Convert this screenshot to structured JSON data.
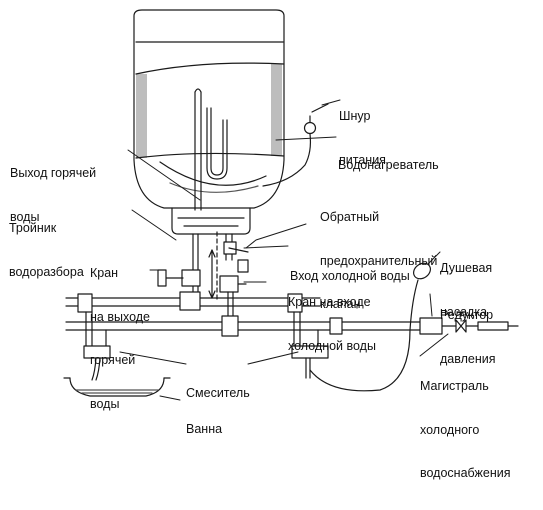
{
  "labels": {
    "power_cord": [
      "Шнур",
      "питания"
    ],
    "water_heater": [
      "Водонагреватель"
    ],
    "hot_outlet": [
      "Выход горячей",
      "воды"
    ],
    "check_valve": [
      "Обратный",
      "предохранительный",
      "клапан"
    ],
    "tee": [
      "Тройник",
      "водоразбора"
    ],
    "cold_inlet": [
      "Вход холодной воды"
    ],
    "hot_tap": [
      "Кран",
      "на выходе",
      "горячей",
      "воды"
    ],
    "shower_head": [
      "Душевая",
      "насадка"
    ],
    "cold_tap": [
      "Кран на входе",
      "холодной воды"
    ],
    "reducer": [
      "Редуктор",
      "давления"
    ],
    "mixer": [
      "Смеситель"
    ],
    "bath": [
      "Ванна"
    ],
    "cold_main": [
      "Магистраль",
      "холодного",
      "водоснабжения"
    ]
  },
  "colors": {
    "line": "#1a1a1a",
    "shade": "#bdbdbd",
    "background": "#ffffff"
  }
}
